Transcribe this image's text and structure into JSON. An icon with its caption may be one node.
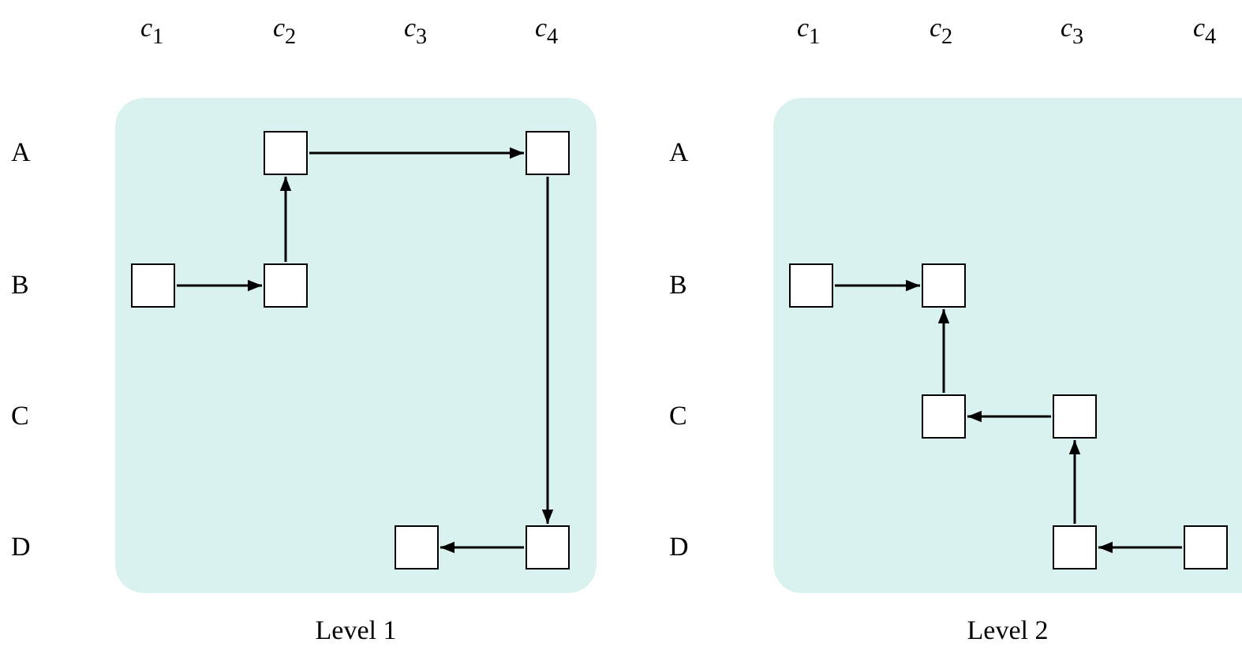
{
  "diagram": {
    "nodes": [
      {
        "text": [
          "Level 1"
        ]
      },
      {
        "text": [],
        "shape": "box",
        "in": 0
      },
      {
        "text": [],
        "shape": "box",
        "in": 0
      },
      {
        "text": [],
        "shape": "box",
        "in": 0
      },
      {
        "text": [],
        "shape": "box",
        "in": 0
      },
      {
        "text": [],
        "shape": "box",
        "in": 0
      },
      {
        "text": [],
        "shape": "box",
        "in": 0
      },
      {
        "text": [
          "Level 2"
        ]
      },
      {
        "text": [],
        "shape": "box",
        "in": 7
      },
      {
        "text": [],
        "shape": "box",
        "in": 7
      },
      {
        "text": [],
        "shape": "box",
        "in": 7
      },
      {
        "text": [],
        "shape": "box",
        "in": 7
      },
      {
        "text": [],
        "shape": "box",
        "in": 7
      },
      {
        "text": [],
        "shape": "box",
        "in": 7
      }
    ],
    "edges": [
      {
        "from": 3,
        "to": 4,
        "arrow": "to"
      },
      {
        "from": 4,
        "to": 1,
        "arrow": "to"
      },
      {
        "from": 1,
        "to": 2,
        "arrow": "to"
      },
      {
        "from": 2,
        "to": 6,
        "arrow": "to"
      },
      {
        "from": 6,
        "to": 5,
        "arrow": "to"
      },
      {
        "from": 8,
        "to": 9,
        "arrow": "to"
      },
      {
        "from": 10,
        "to": 9,
        "arrow": "to"
      },
      {
        "from": 11,
        "to": 10,
        "arrow": "to"
      },
      {
        "from": 12,
        "to": 11,
        "arrow": "to"
      },
      {
        "from": 13,
        "to": 12,
        "arrow": "to"
      }
    ],
    "labels": [
      "*c*$_{1}$",
      "*c*$_{2}$",
      "*c*$_{3}$",
      "*c*$_{4}$",
      "*c*$_{1}$",
      "*c*$_{2}$",
      "*c*$_{3}$",
      "*c*$_{4}$",
      "A",
      "A",
      "B",
      "B",
      "C",
      "C",
      "D",
      "D"
    ]
  }
}
